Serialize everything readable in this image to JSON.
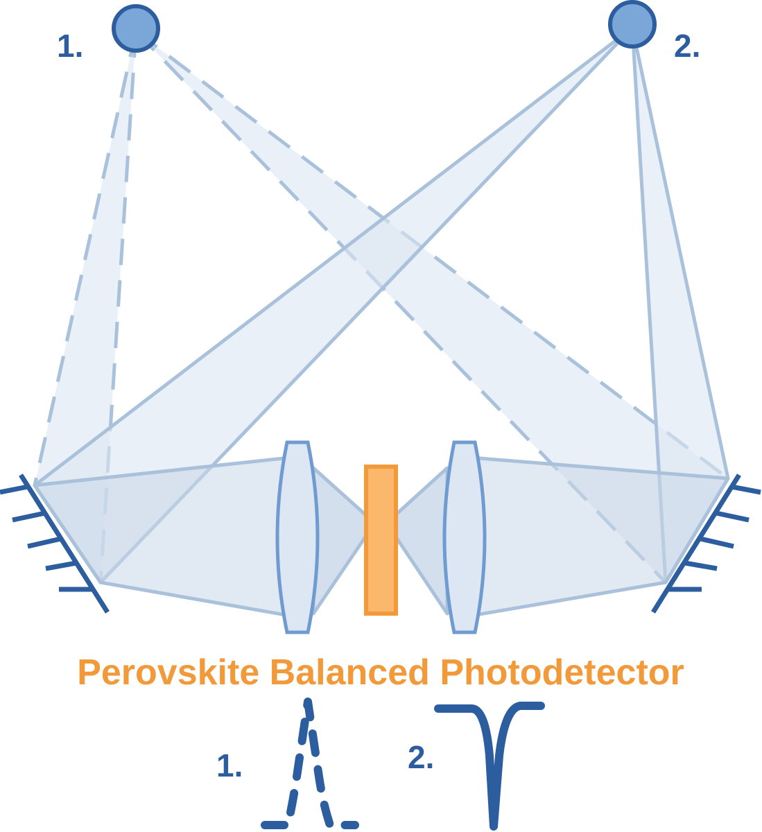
{
  "title": "Perovskite Balanced Photodetector",
  "sources": [
    {
      "id": "source-1",
      "label": "1."
    },
    {
      "id": "source-2",
      "label": "2."
    }
  ],
  "signals": [
    {
      "id": "signal-1",
      "label": "1.",
      "style": "dashed",
      "shape": "positive-peak"
    },
    {
      "id": "signal-2",
      "label": "2.",
      "style": "solid",
      "shape": "negative-dip"
    }
  ],
  "colors": {
    "source_fill": "#7aa6d8",
    "source_stroke": "#2c5d9e",
    "beam_fill": "#dce6f2",
    "beam_stroke": "#a9c1da",
    "mirror": "#2c5d9e",
    "lens_fill": "#dde7f3",
    "lens_stroke": "#6f9bd0",
    "detector_fill": "#fbb86c",
    "detector_stroke": "#f2993a",
    "title": "#f2993a",
    "signal": "#2c5d9e"
  }
}
